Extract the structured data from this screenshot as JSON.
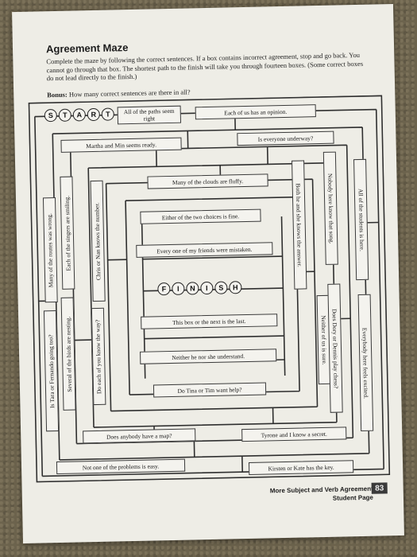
{
  "worksheet": {
    "title": "Agreement Maze",
    "instructions": "Complete the maze by following the correct sentences. If a box contains incorrect agreement, stop and go back. You cannot go through that box. The shortest path to the finish will take you through fourteen boxes. (Some correct boxes do not lead directly to the finish.)",
    "bonus_label": "Bonus:",
    "bonus_text": "How many correct sentences are there in all?",
    "start_letters": [
      "S",
      "T",
      "A",
      "R",
      "T"
    ],
    "finish_letters": [
      "F",
      "I",
      "N",
      "I",
      "S",
      "H"
    ],
    "footer_line1": "More Subject and Verb Agreement",
    "footer_line2": "Student Page",
    "page_number": "83"
  },
  "maze": {
    "box_all_paths": "All of the paths seem right",
    "box_each_of_us": "Each of us has an opinion.",
    "box_martha": "Martha and Min seems ready.",
    "box_underway": "Is everyone underway?",
    "box_clouds": "Many of the clouds are fluffy.",
    "box_either": "Either of the two choices is fine.",
    "box_friends": "Every one of my friends were mistaken.",
    "box_next": "This box or the next is the last.",
    "box_neither": "Neither he nor she understand.",
    "box_tina": "Do Tina or Tim want help?",
    "box_map": "Does anybody have a map?",
    "box_tyrone": "Tyrone and I know a secret.",
    "box_problems": "Not one of the problems is easy.",
    "box_kirsten": "Kirsten or Kate has the key.",
    "v_routes": "Many of the routes was wrong.",
    "v_tara": "Is Tara or Fernando going too?",
    "v_singers": "Each of the singers are smiling.",
    "v_birds": "Several of the birds are nesting.",
    "v_chris": "Chris or Nan knows the number.",
    "v_doeach": "Do each of you know the way?",
    "v_bothhe": "Both he and she knows the answer.",
    "v_neitherus": "Neither of us is sure.",
    "v_nobody": "Nobody here know that song.",
    "v_dory": "Does Dory or Dennis play chess?",
    "v_allstudents": "All of the students is here.",
    "v_everybody": "Everybody here feels excited."
  }
}
